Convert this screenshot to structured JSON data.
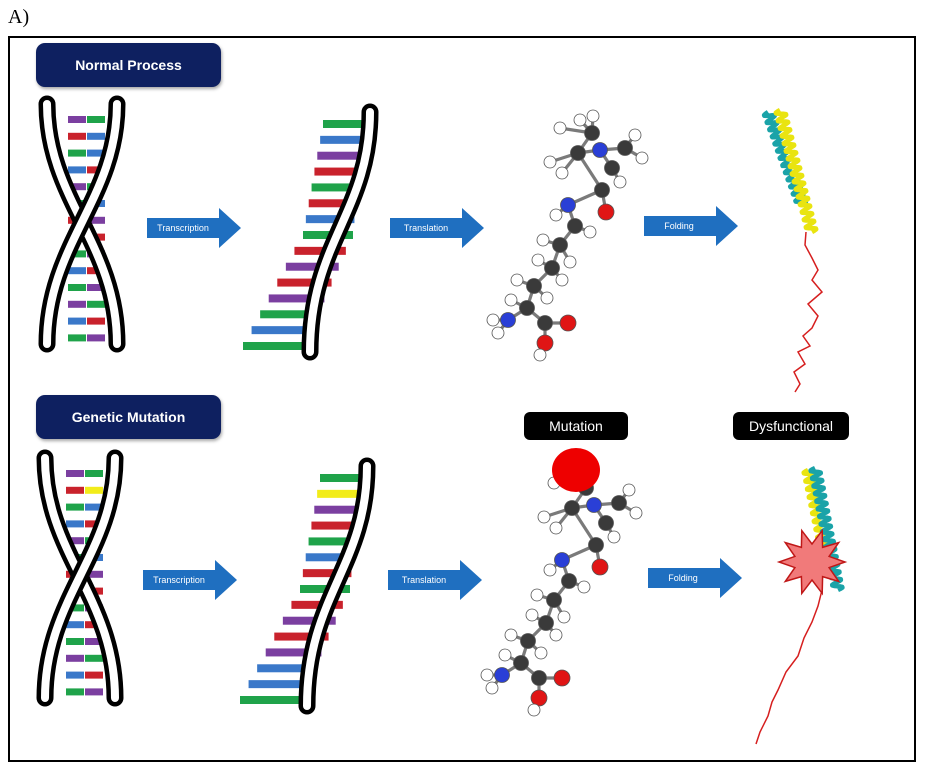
{
  "panel_label": "A)",
  "rows": {
    "normal": {
      "title": "Normal Process"
    },
    "mutation": {
      "title": "Genetic Mutation"
    }
  },
  "steps": {
    "transcription": "Transcription",
    "translation": "Translation",
    "folding": "Folding"
  },
  "tags": {
    "mutation": "Mutation",
    "dysfunctional": "Dysfunctional"
  },
  "colors": {
    "title_box": "#0e2060",
    "arrow": "#1f6fc0",
    "base_green": "#1fa34a",
    "base_blue": "#3a78c9",
    "base_purple": "#7b3fa0",
    "base_red": "#c9222c",
    "base_yellow": "#f2ec1a",
    "helix_teal": "#1aa3a8",
    "helix_yellow": "#e9e410",
    "coil_red": "#d61f1f",
    "mutation_dot": "#ee0000",
    "starburst": "#f17a7a"
  },
  "icons": {
    "dna": "dna-double-helix-icon",
    "mrna": "mrna-strand-icon",
    "molecule": "ball-and-stick-molecule-icon",
    "protein": "folded-protein-icon",
    "starburst": "damage-starburst-icon"
  }
}
